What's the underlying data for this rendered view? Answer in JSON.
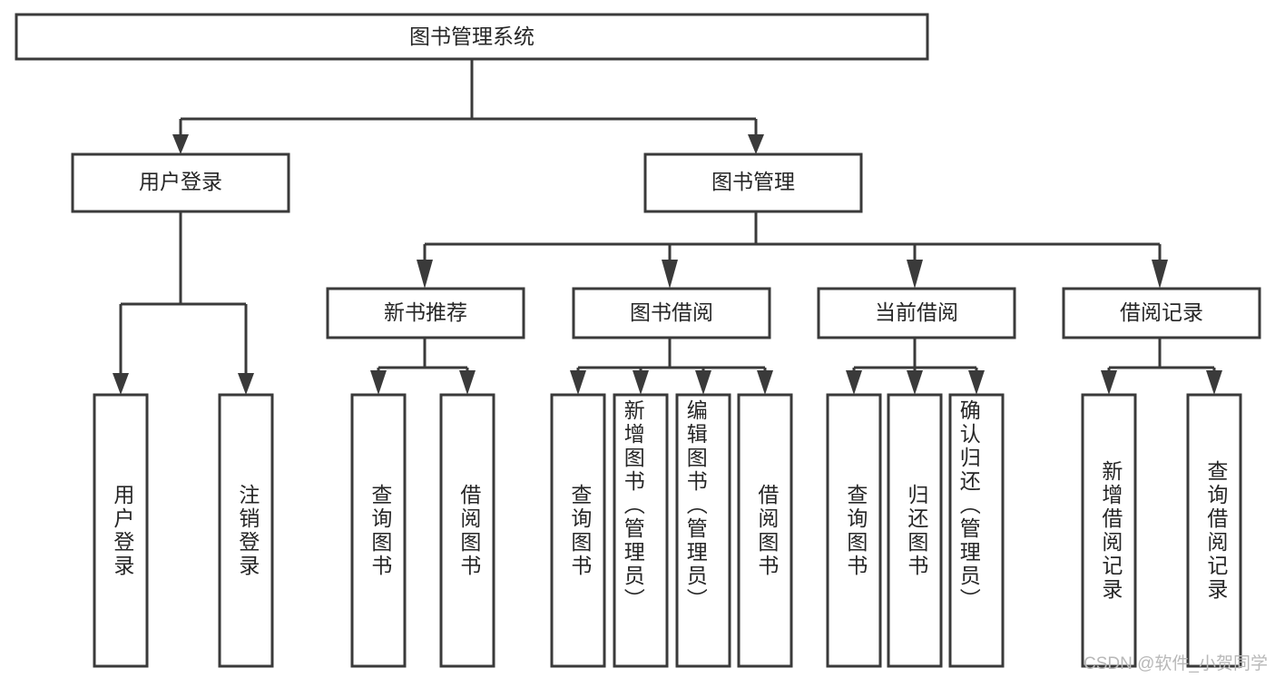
{
  "diagram": {
    "title": "图书管理系统",
    "type": "tree-hierarchy",
    "colors": {
      "stroke": "#3a3a3a",
      "fill": "#ffffff",
      "text": "#262626",
      "watermark": "#b8b8b8"
    },
    "levels": {
      "root": {
        "label": "图书管理系统"
      },
      "level2": [
        {
          "label": "用户登录"
        },
        {
          "label": "图书管理"
        }
      ],
      "level3": [
        {
          "label": "新书推荐"
        },
        {
          "label": "图书借阅"
        },
        {
          "label": "当前借阅"
        },
        {
          "label": "借阅记录"
        }
      ],
      "leaves": {
        "user_login": [
          {
            "label": "用户登录"
          },
          {
            "label": "注销登录"
          }
        ],
        "new_book_recommend": [
          {
            "label": "查询图书"
          },
          {
            "label": "借阅图书"
          }
        ],
        "book_borrow": [
          {
            "label": "查询图书"
          },
          {
            "label": "新增图书（管理员）"
          },
          {
            "label": "编辑图书（管理员）"
          },
          {
            "label": "借阅图书"
          }
        ],
        "current_borrow": [
          {
            "label": "查询图书"
          },
          {
            "label": "归还图书"
          },
          {
            "label": "确认归还（管理员）"
          }
        ],
        "borrow_record": [
          {
            "label": "新增借阅记录"
          },
          {
            "label": "查询借阅记录"
          }
        ]
      }
    }
  },
  "watermark": {
    "text": "CSDN @软件_小贺同学"
  }
}
